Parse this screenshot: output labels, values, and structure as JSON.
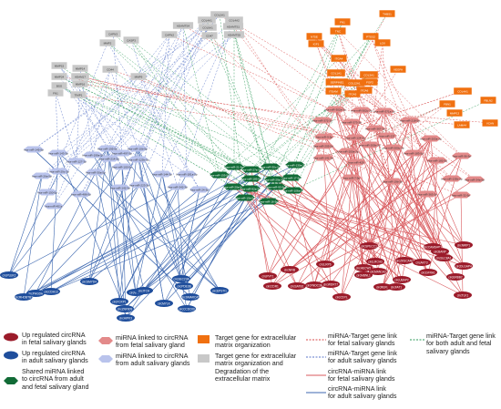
{
  "colors": {
    "up_fetal_circ": "#9b1b2a",
    "up_adult_circ": "#1f4e9c",
    "shared_mirna": "#116b36",
    "mirna_fetal": "#e38a8a",
    "mirna_adult": "#b9c3ec",
    "target_ecm": "#f07010",
    "target_degradation": "#c8c8c8",
    "edge_circ_fetal": "#d9585c",
    "edge_circ_adult": "#3c67b0",
    "edge_mt_fetal": "#d84a4a",
    "edge_mt_adult": "#5a76c8",
    "edge_mt_both": "#2e9a58"
  },
  "nodes": {
    "target_ecm": [
      "THBS1",
      "FN1",
      "TNC",
      "NT5E",
      "IGF1",
      "PTGS2",
      "LOX",
      "ITGA4",
      "COL1A1",
      "COL3A1",
      "SERPINE1",
      "COL12A1",
      "FGF2",
      "ITGAM",
      "ITGA6",
      "ITGA5",
      "VEGFA",
      "COL4A1",
      "FBN1",
      "FBLN2",
      "MMP13",
      "LAMA4",
      "VCAN"
    ],
    "target_degradation": [
      "COL2A1",
      "COL4A1",
      "COL4A2",
      "COL9A1",
      "ADAMTS1",
      "ADAMTS5",
      "ADAMTS4",
      "CAPN2",
      "CAPN3",
      "CASP3",
      "MMP2",
      "MMP9",
      "MMP14",
      "MMP15",
      "MMP16",
      "MMP24",
      "ADAM17",
      "BSG",
      "FN1",
      "TIMP1",
      "CD44",
      "CD47"
    ],
    "mirna_adult": [
      "hsa-miR-145-5p",
      "hsa-miR-143-3p",
      "hsa-miR-127-3p",
      "hsa-miR-199a-5p",
      "hsa-miR-214-3p",
      "hsa-miR-195-5p",
      "hsa-miR-497-5p",
      "hsa-miR-10b-5p",
      "hsa-miR-125b-5p",
      "hsa-miR-100-5p",
      "hsa-miR-30a-5p",
      "hsa-miR-29c-3p",
      "hsa-miR-26a-5p",
      "hsa-miR-150-5p",
      "hsa-miR-451a",
      "hsa-miR-486-5p",
      "hsa-miR-142-3p",
      "hsa-miR-223-3p",
      "hsa-miR-144-3p",
      "hsa-miR-342-3p",
      "hsa-miR-181a-5p",
      "hsa-miR-24-3p"
    ],
    "shared_mirna": [
      "hsa-miR-21-5p",
      "hsa-miR-27a-3p",
      "hsa-miR-30c-5p",
      "hsa-miR-130a-3p",
      "hsa-miR-155-5p",
      "hsa-miR-185-5p",
      "hsa-miR-29a-3p",
      "hsa-miR-17-5p",
      "hsa-miR-20a-5p",
      "hsa-miR-92a-3p",
      "hsa-miR-93-5p",
      "hsa-miR-106a-5p",
      "hsa-miR-15b-5p",
      "hsa-miR-16-5p"
    ],
    "mirna_fetal": [
      "hsa-miR-302a-3p",
      "hsa-miR-302c-3p",
      "hsa-miR-371a-5p",
      "hsa-miR-372-3p",
      "hsa-miR-373-3p",
      "hsa-miR-367-3p",
      "hsa-miR-9-5p",
      "hsa-miR-124-3p",
      "hsa-miR-137",
      "hsa-miR-218-5p",
      "hsa-miR-203a-3p",
      "hsa-miR-205-5p",
      "hsa-miR-200a-3p",
      "hsa-miR-200b-3p",
      "hsa-miR-200c-3p",
      "hsa-miR-141-3p",
      "hsa-miR-429",
      "hsa-miR-183-5p",
      "hsa-miR-182-5p",
      "hsa-miR-96-5p",
      "hsa-miR-135b-5p",
      "hsa-miR-34a-5p",
      "hsa-miR-32-5p",
      "hsa-miR-363-3p",
      "hsa-miR-19b-3p",
      "hsa-miR-7-5p"
    ],
    "circ_adult": [
      "circPLEK2",
      "circPHGDH",
      "circCDH13",
      "circRHOBTB3",
      "circSMYD4",
      "circFOXP1",
      "circZNF609",
      "circHIPK3",
      "circVRK1",
      "circITCH",
      "circMYLK",
      "circSEC23A",
      "circPDE3B",
      "circCCDC66",
      "circSMARCA5",
      "circEPSTI1"
    ],
    "circ_fetal": [
      "circPVT1",
      "circNFIB",
      "circLRP6",
      "circHECW2",
      "circCDR1",
      "circSATB1",
      "circFNDC3B",
      "circWDR77",
      "circMBNL1",
      "circSPECC1",
      "circRERE",
      "circUBAP2",
      "circGFRA1",
      "circSLC8A1",
      "circLRCH3",
      "circMAN1A2",
      "circZKSCAN1",
      "circAKT3",
      "circCAMSAP1",
      "circBANP",
      "circNRIP1",
      "circTLK1",
      "circDLGAP4",
      "circERBB2",
      "circFAT1",
      "circCDYL"
    ]
  },
  "legend": {
    "up_fetal_circ": "Up regulated circRNA\nin fetal salivary glands",
    "up_adult_circ": "Up regulated circRNA\nin adult salivary glands",
    "shared_mirna": "Shared miRNA linked\nto circRNA from adult\nand fetal salivary gland",
    "mirna_fetal": "miRNA linked to circRNA\nfrom fetal salivary gland",
    "mirna_adult": "miRNA linked to circRNA\nfrom adult salivary glands",
    "target_ecm": "Target gene for extracellular\nmatrix organization",
    "target_degradation": "Target gene for extracellular\nmatrix organization and\nDegradation of the\nextracellular matrix",
    "edge_mt_fetal": "miRNA-Target gene link\nfor fetal salivary glands",
    "edge_mt_adult": "miRNA-Target gene link\nfor adult salivary glands",
    "edge_circ_fetal": "circRNA-miRNA link\nfor fetal salivary glands",
    "edge_circ_adult": "circRNA-miRNA link\nfor adult salivary glands",
    "edge_mt_both": "miRNA-Target gene link\nfor both adult and fetal\nsalivary glands"
  }
}
